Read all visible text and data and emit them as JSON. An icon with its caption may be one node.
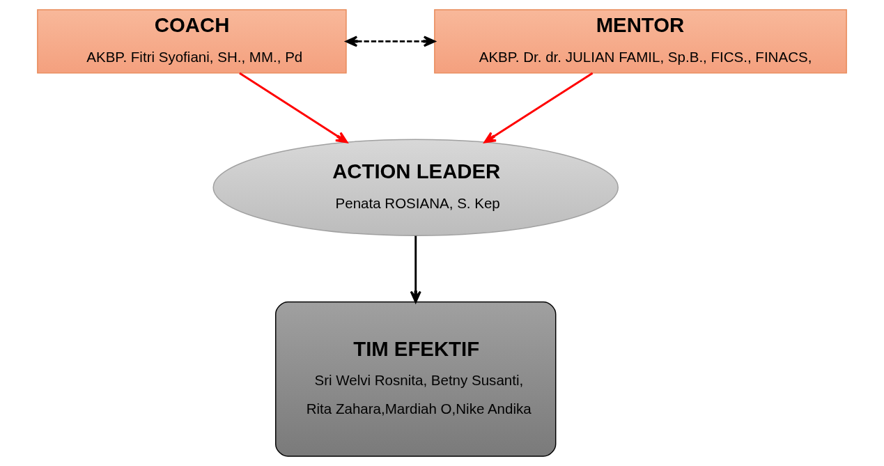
{
  "diagram": {
    "nodes": [
      {
        "text": [
          "COACH",
          "AKBP. Fitri Syofiani, SH., MM., Pd"
        ]
      },
      {
        "text": [
          "MENTOR",
          "AKBP. Dr. dr. JULIAN FAMIL, Sp.B., FICS., FINACS,"
        ]
      },
      {
        "text": [
          "ACTION LEADER",
          "Penata ROSIANA, S. Kep"
        ]
      },
      {
        "text": [
          "TIM EFEKTIF",
          "Sri Welvi Rosnita, Betny Susanti,",
          "Rita Zahara,Mardiah O,Nike Andika"
        ]
      }
    ],
    "edges": [
      {
        "from": 0,
        "to": 1,
        "arrow": "both",
        "style": "dashed"
      },
      {
        "from": 0,
        "to": 2,
        "arrow": "to",
        "color": "#ff0000"
      },
      {
        "from": 1,
        "to": 2,
        "arrow": "to",
        "color": "#ff0000"
      },
      {
        "from": 2,
        "to": 3,
        "arrow": "to"
      }
    ]
  }
}
